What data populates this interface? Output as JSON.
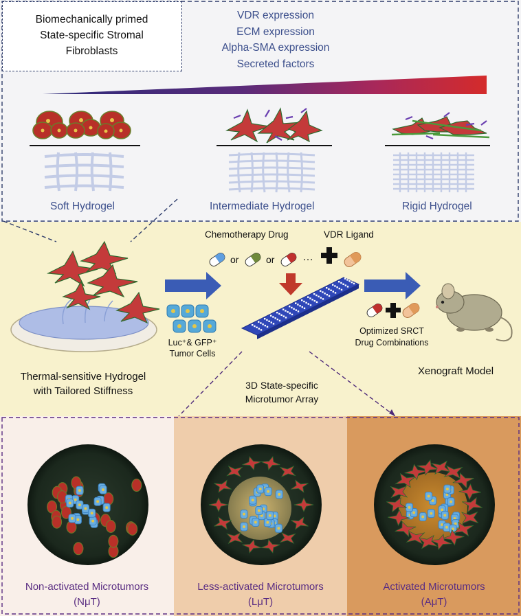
{
  "top": {
    "title_lines": [
      "Biomechanically primed",
      "State-specific Stromal",
      "Fibroblasts"
    ],
    "expression_lines": [
      "VDR expression",
      "ECM expression",
      "Alpha-SMA expression",
      "Secreted factors"
    ],
    "hydrogels": [
      "Soft Hydrogel",
      "Intermediate Hydrogel",
      "Rigid Hydrogel"
    ]
  },
  "middle": {
    "hydrogel_label_lines": [
      "Thermal-sensitive  Hydrogel",
      "with Tailored Stiffness"
    ],
    "tumor_cells_line1": "Luc⁺& GFP⁺",
    "tumor_cells_line2": "Tumor Cells",
    "chemo_label": "Chemotherapy Drug",
    "or1": "or",
    "or2": "or",
    "ellipsis": "…",
    "vdr_label": "VDR Ligand",
    "array_label_lines": [
      "3D State-specific",
      "Microtumor Array"
    ],
    "optimized_lines": [
      "Optimized SRCT",
      "Drug Combinations"
    ],
    "xenograft_label": "Xenograft Model"
  },
  "bottom": {
    "panels": [
      {
        "label": "Non-activated Microtumors",
        "abbr": "(NμT)",
        "bg": "#f9efe9"
      },
      {
        "label": "Less-activated Microtumors",
        "abbr": "(LμT)",
        "bg": "#efcdab"
      },
      {
        "label": "Activated Microtumors",
        "abbr": "(AμT)",
        "bg": "#d99a5e"
      }
    ]
  },
  "colors": {
    "gradient_start": "#2b2a7a",
    "gradient_end": "#d42b2b",
    "arrow_blue": "#3a5cb5",
    "down_arrow": "#c0392b",
    "cell_red": "#c0302e",
    "fibroblast_red": "#c43a3a",
    "hydrogel_grid": "#b8c4e3"
  }
}
